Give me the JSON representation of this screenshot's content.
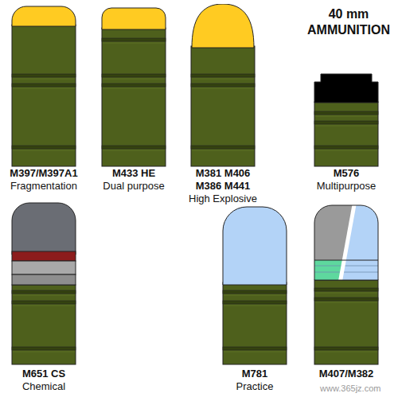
{
  "diagram": {
    "title": "40 mm AMMUNITION",
    "nodes": [
      {
        "text": [
          "M397/M397A1",
          "Fragmentation"
        ]
      },
      {
        "text": [
          "M433 HE",
          "Dual purpose"
        ]
      },
      {
        "text": [
          "M381 M406 M386 M441",
          "High Explosive"
        ]
      },
      {
        "text": [
          "M576",
          "Multipurpose"
        ]
      },
      {
        "text": [
          "M651 CS",
          "Chemical"
        ]
      },
      {
        "text": [
          "M781",
          "Practice"
        ]
      },
      {
        "text": [
          "M407/M382"
        ]
      }
    ],
    "labels": [
      "www.365jz.com"
    ]
  }
}
